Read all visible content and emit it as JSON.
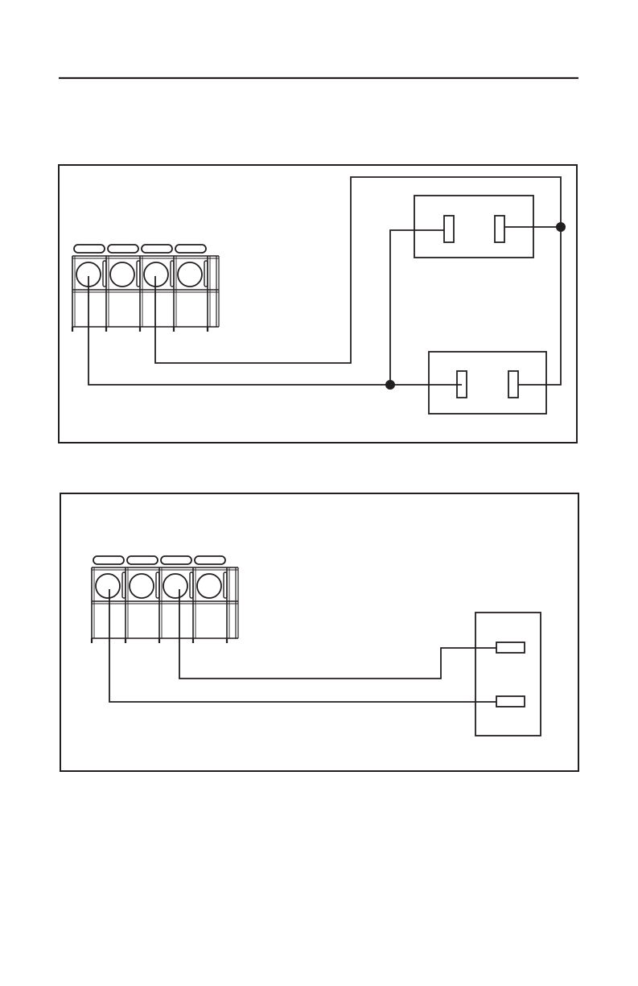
{
  "colors": {
    "ink": "#231f20",
    "background": "#ffffff",
    "node": "#231f20"
  },
  "diagrams": [
    {
      "id": "parallel",
      "terminal_block": {
        "positions": 4
      },
      "devices": [
        {
          "type": "two-terminal-block"
        },
        {
          "type": "two-terminal-block"
        }
      ],
      "junction_nodes": 2
    },
    {
      "id": "single",
      "terminal_block": {
        "positions": 4
      },
      "devices": [
        {
          "type": "two-terminal-block"
        }
      ],
      "junction_nodes": 0
    }
  ]
}
